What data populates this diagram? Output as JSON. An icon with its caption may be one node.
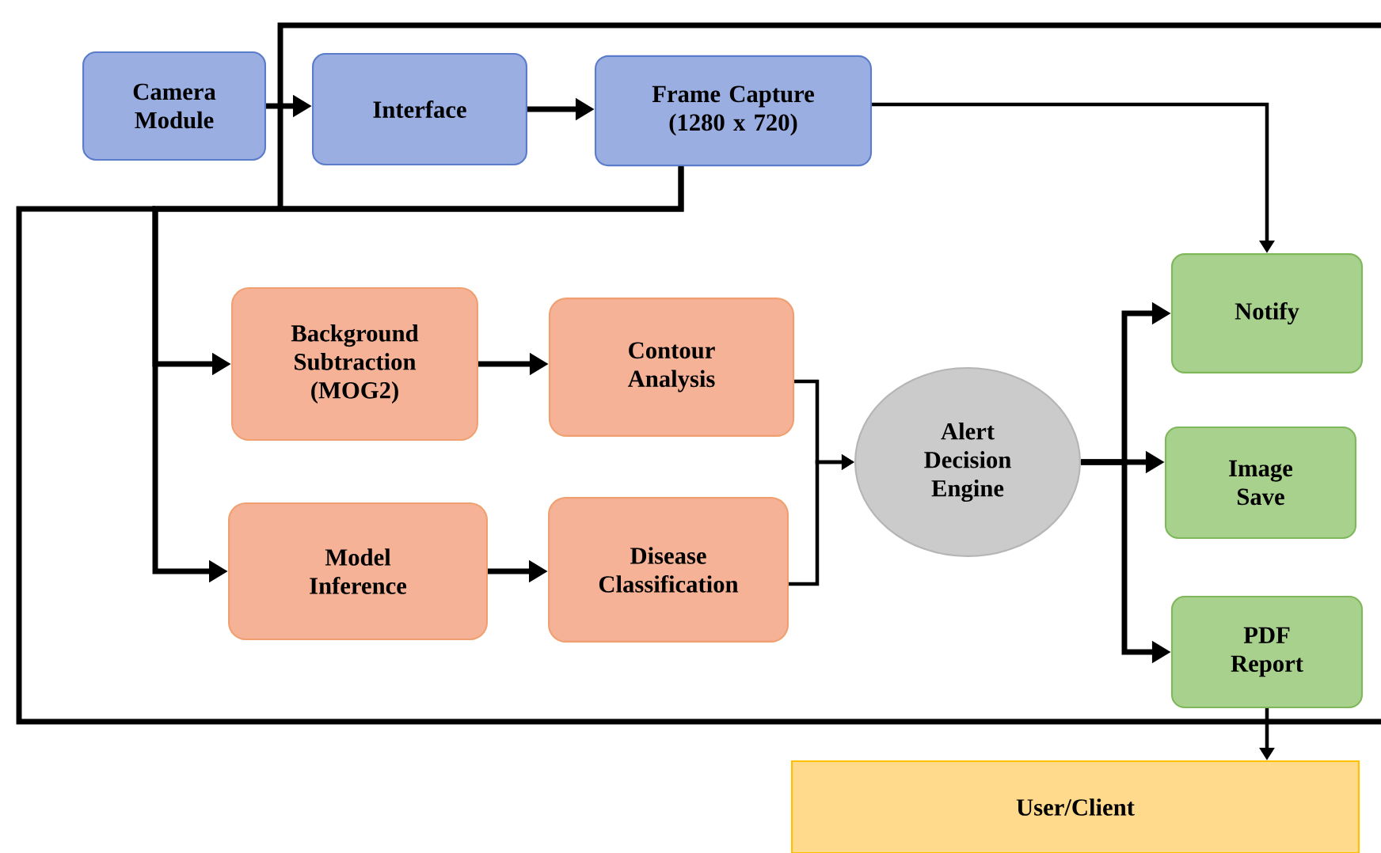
{
  "diagram": {
    "nodes": [
      {
        "text": [
          "Camera Module"
        ]
      },
      {
        "text": [
          "Interface"
        ]
      },
      {
        "text": [
          "Frame Capture (1280 x 720)"
        ]
      },
      {
        "text": [
          "Background Subtraction (MOG2)"
        ]
      },
      {
        "text": [
          "Contour Analysis"
        ]
      },
      {
        "text": [
          "Model Inference"
        ]
      },
      {
        "text": [
          "Disease Classification"
        ]
      },
      {
        "text": [
          "Alert Decision Engine"
        ]
      },
      {
        "text": [
          "Notify"
        ]
      },
      {
        "text": [
          "Image Save"
        ]
      },
      {
        "text": [
          "PDF Report"
        ]
      },
      {
        "text": [
          "User/Client"
        ]
      }
    ],
    "edges": [
      {
        "from": 0,
        "to": 1,
        "arrow": "to"
      },
      {
        "from": 1,
        "to": 2,
        "arrow": "to"
      },
      {
        "from": 2,
        "to": 3,
        "arrow": "to"
      },
      {
        "from": 2,
        "to": 5,
        "arrow": "to"
      },
      {
        "from": 3,
        "to": 4,
        "arrow": "to"
      },
      {
        "from": 5,
        "to": 6,
        "arrow": "to"
      },
      {
        "from": 4,
        "to": 7,
        "arrow": "to"
      },
      {
        "from": 6,
        "to": 7,
        "arrow": "to"
      },
      {
        "from": 7,
        "to": 8,
        "arrow": "to"
      },
      {
        "from": 7,
        "to": 9,
        "arrow": "to"
      },
      {
        "from": 7,
        "to": 10,
        "arrow": "to"
      },
      {
        "from": 2,
        "to": 8,
        "arrow": "to"
      },
      {
        "from": 10,
        "to": 11,
        "arrow": "to"
      }
    ]
  }
}
